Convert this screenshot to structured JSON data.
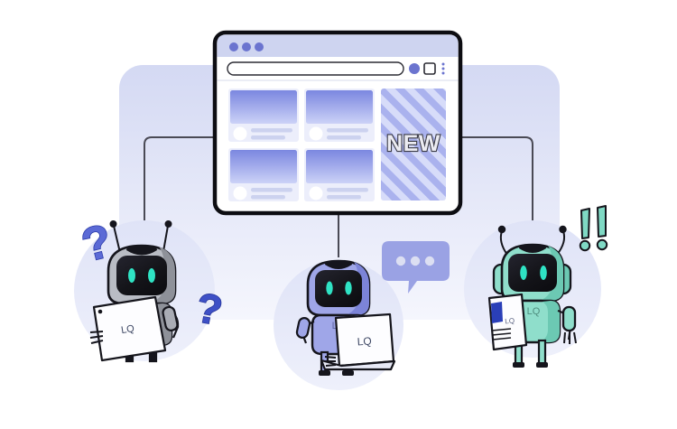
{
  "scene": {
    "title": "Robots browsing a website with new content",
    "background_color": "#ffffff",
    "backdrop_color_top": "#d7dcf2",
    "backdrop_color_bottom": "#f2f4fc",
    "connector_color": "#4a4a55"
  },
  "browser": {
    "frame_color": "#0d0d12",
    "titlebar_color": "#ced4f0",
    "body_color": "#ffffff",
    "dots": [
      {
        "name": "window-dot-1",
        "color": "#6b74cf"
      },
      {
        "name": "window-dot-2",
        "color": "#6b74cf"
      },
      {
        "name": "window-dot-3",
        "color": "#6b74cf"
      }
    ],
    "address_bar": {
      "value": "",
      "placeholder": "",
      "fill": "#ffffff",
      "stroke": "#2b2b33"
    },
    "toolbar_icons": [
      {
        "name": "account-circle-icon",
        "glyph": "circle",
        "color": "#6b74cf"
      },
      {
        "name": "window-square-icon",
        "glyph": "square",
        "color": "#2b2b33"
      },
      {
        "name": "overflow-menu-icon",
        "glyph": "kebab",
        "color": "#6b74cf"
      }
    ],
    "cards": [
      {
        "id": "card-1",
        "thumb_top": "#7b87e0",
        "thumb_bottom": "#c8cff5"
      },
      {
        "id": "card-2",
        "thumb_top": "#7b87e0",
        "thumb_bottom": "#c8cff5"
      },
      {
        "id": "card-3",
        "thumb_top": "#7b87e0",
        "thumb_bottom": "#c8cff5"
      },
      {
        "id": "card-4",
        "thumb_top": "#7b87e0",
        "thumb_bottom": "#c8cff5"
      }
    ],
    "new_panel": {
      "label": "NEW",
      "label_fill": "#e8e8ee",
      "label_stroke": "#3a3a44",
      "stripe_color": "#aab2ee",
      "stripe_background": "#d5daf8"
    }
  },
  "robots": [
    {
      "id": "robot-left",
      "name": "Confused robot",
      "body_color": "#b9bcc4",
      "body_shade": "#8e9199",
      "visor_color": "#15151c",
      "eye_color": "#2fe3c4",
      "halo_color": "#dde1f5",
      "device": {
        "type": "tablet",
        "logo": "LQ",
        "screen_color": "#fdfdff"
      },
      "chest_logo": "LQ",
      "emotes": [
        {
          "name": "question-mark-left",
          "symbol": "?",
          "color": "#5b6ad6"
        },
        {
          "name": "question-mark-right",
          "symbol": "?",
          "color": "#3e50c6"
        }
      ]
    },
    {
      "id": "robot-center",
      "name": "Chatting robot",
      "body_color": "#9fa6e8",
      "body_shade": "#7c84d8",
      "visor_color": "#15151c",
      "eye_color": "#2fe3c4",
      "halo_color": "#dde1f5",
      "device": {
        "type": "laptop",
        "logo": "LQ",
        "screen_color": "#fdfdff"
      },
      "chest_logo": "LQ",
      "emotes": [
        {
          "name": "speech-bubble",
          "symbol": "...",
          "color": "#9aa2e4",
          "dots_color": "#dcdff2",
          "dot_count": 3
        }
      ]
    },
    {
      "id": "robot-right",
      "name": "Excited robot",
      "body_color": "#8fdecb",
      "body_shade": "#6cc9b3",
      "visor_color": "#15151c",
      "eye_color": "#2fe3c4",
      "halo_color": "#dde1f5",
      "device": {
        "type": "paper",
        "logo": "LQ",
        "screen_color": "#fdfdff"
      },
      "chest_logo": "LQ",
      "emotes": [
        {
          "name": "exclamation-mark-left",
          "symbol": "!",
          "color": "#7fd9c4"
        },
        {
          "name": "exclamation-mark-right",
          "symbol": "!",
          "color": "#7fd9c4"
        }
      ]
    }
  ]
}
